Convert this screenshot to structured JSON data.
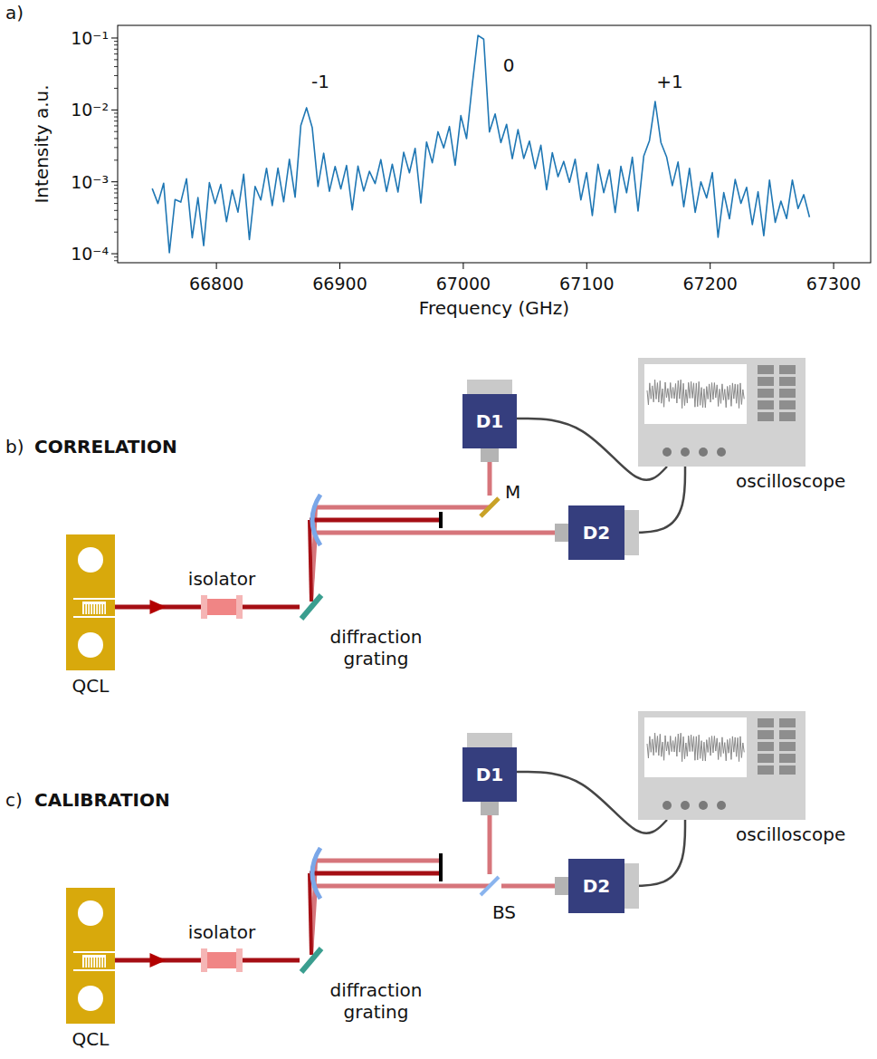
{
  "diagram": {
    "nodes": [
      {
        "text": [
          "QCL"
        ]
      },
      {
        "text": [
          "isolator"
        ]
      },
      {
        "text": [
          "diffraction grating"
        ]
      },
      {
        "text": [
          "M"
        ]
      },
      {
        "text": [
          "D1"
        ]
      },
      {
        "text": [
          "D2"
        ]
      },
      {
        "text": [
          "oscilloscope"
        ]
      },
      {
        "text": [
          "QCL"
        ]
      },
      {
        "text": [
          "isolator"
        ]
      },
      {
        "text": [
          "diffraction grating"
        ]
      },
      {
        "text": [
          "BS"
        ]
      },
      {
        "text": [
          "D1"
        ]
      },
      {
        "text": [
          "D2"
        ]
      },
      {
        "text": [
          "oscilloscope"
        ]
      }
    ],
    "edges": [
      {
        "from": 0,
        "to": 1,
        "arrow": "to"
      },
      {
        "from": 1,
        "to": 2,
        "arrow": "none"
      },
      {
        "from": 3,
        "to": 4,
        "arrow": "none"
      },
      {
        "from": 4,
        "to": 6,
        "arrow": "none"
      },
      {
        "from": 5,
        "to": 6,
        "arrow": "none"
      },
      {
        "from": 7,
        "to": 8,
        "arrow": "to"
      },
      {
        "from": 8,
        "to": 9,
        "arrow": "none"
      },
      {
        "from": 10,
        "to": 11,
        "arrow": "none"
      },
      {
        "from": 10,
        "to": 12,
        "arrow": "none"
      },
      {
        "from": 11,
        "to": 13,
        "arrow": "none"
      },
      {
        "from": 12,
        "to": 13,
        "arrow": "none"
      }
    ],
    "labels": [
      "a)",
      "Intensity a.u.",
      "10⁻¹",
      "10⁻²",
      "10⁻³",
      "10⁻⁴",
      "-1",
      "0",
      "+1",
      "66800",
      "66900",
      "67000",
      "67100",
      "67200",
      "67300",
      "Frequency (GHz)",
      "b)",
      "CORRELATION",
      "c)",
      "CALIBRATION"
    ]
  }
}
